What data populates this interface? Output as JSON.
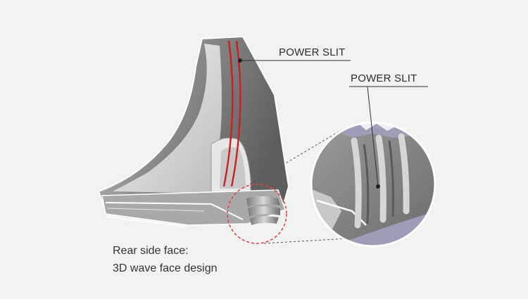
{
  "callouts": {
    "top": "POWER SLIT",
    "right": "POWER SLIT"
  },
  "caption": {
    "line1": "Rear side face:",
    "line2": "3D wave face design"
  },
  "colors": {
    "background": "#f2f2f2",
    "slit_red": "#cc1f1f",
    "highlight_circle": "#e0454f",
    "callout_line": "#333333",
    "zoom_background": "#9e9db8"
  }
}
